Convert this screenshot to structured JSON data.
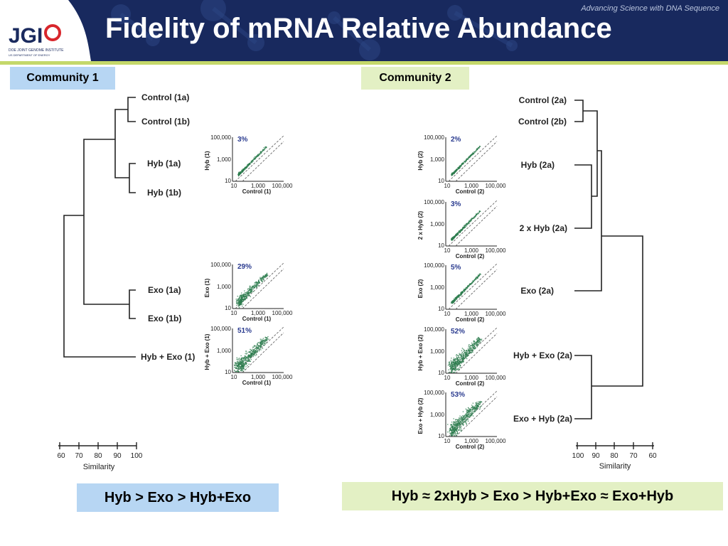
{
  "header": {
    "title": "Fidelity of mRNA Relative Abundance",
    "slogan": "Advancing Science with DNA Sequence",
    "logo_text": "JGI",
    "logo_subtext": "DOE JOINT GENOME INSTITUTE",
    "logo_subtext2": "US DEPARTMENT OF ENERGY"
  },
  "community1": {
    "label": "Community 1",
    "leaves": [
      "Control (1a)",
      "Control (1b)",
      "Hyb (1a)",
      "Hyb (1b)",
      "Exo (1a)",
      "Exo (1b)",
      "Hyb + Exo (1)"
    ],
    "axis": {
      "ticks": [
        "60",
        "70",
        "80",
        "90",
        "100"
      ],
      "label": "Similarity"
    },
    "plots": [
      {
        "percent": "3%",
        "ylabel": "Hyb (1)",
        "xlabel": "Control (1)",
        "spread": 0.03
      },
      {
        "percent": "29%",
        "ylabel": "Exo (1)",
        "xlabel": "Control (1)",
        "spread": 0.29
      },
      {
        "percent": "51%",
        "ylabel": "Hyb + Exo (1)",
        "xlabel": "Control (1)",
        "spread": 0.51
      }
    ],
    "summary": "Hyb > Exo > Hyb+Exo"
  },
  "community2": {
    "label": "Community 2",
    "leaves": [
      "Control (2a)",
      "Control (2b)",
      "Hyb (2a)",
      "2 x Hyb (2a)",
      "Exo (2a)",
      "Hyb + Exo (2a)",
      "Exo + Hyb (2a)"
    ],
    "axis": {
      "ticks": [
        "100",
        "90",
        "80",
        "70",
        "60"
      ],
      "label": "Similarity"
    },
    "plots": [
      {
        "percent": "2%",
        "ylabel": "Hyb (2)",
        "xlabel": "Control (2)",
        "spread": 0.02
      },
      {
        "percent": "3%",
        "ylabel": "2 x Hyb (2)",
        "xlabel": "Control (2)",
        "spread": 0.03
      },
      {
        "percent": "5%",
        "ylabel": "Exo (2)",
        "xlabel": "Control (2)",
        "spread": 0.05
      },
      {
        "percent": "52%",
        "ylabel": "Hyb + Exo (2)",
        "xlabel": "Control (2)",
        "spread": 0.52
      },
      {
        "percent": "53%",
        "ylabel": "Exo + Hyb (2)",
        "xlabel": "Control (2)",
        "spread": 0.53
      }
    ],
    "summary": "Hyb ≈ 2xHyb > Exo > Hyb+Exo ≈ Exo+Hyb"
  },
  "plot_axis": {
    "y_ticks": [
      "100,000",
      "1,000",
      "10"
    ],
    "x_ticks": [
      "10",
      "1,000",
      "100,000"
    ]
  },
  "colors": {
    "header": "#18295e",
    "stripe": "#c4d86a",
    "points": "#2e7d4f",
    "percent": "#2a3b8f",
    "c1_box": "#b7d6f3",
    "c2_box": "#e3f0c4"
  }
}
